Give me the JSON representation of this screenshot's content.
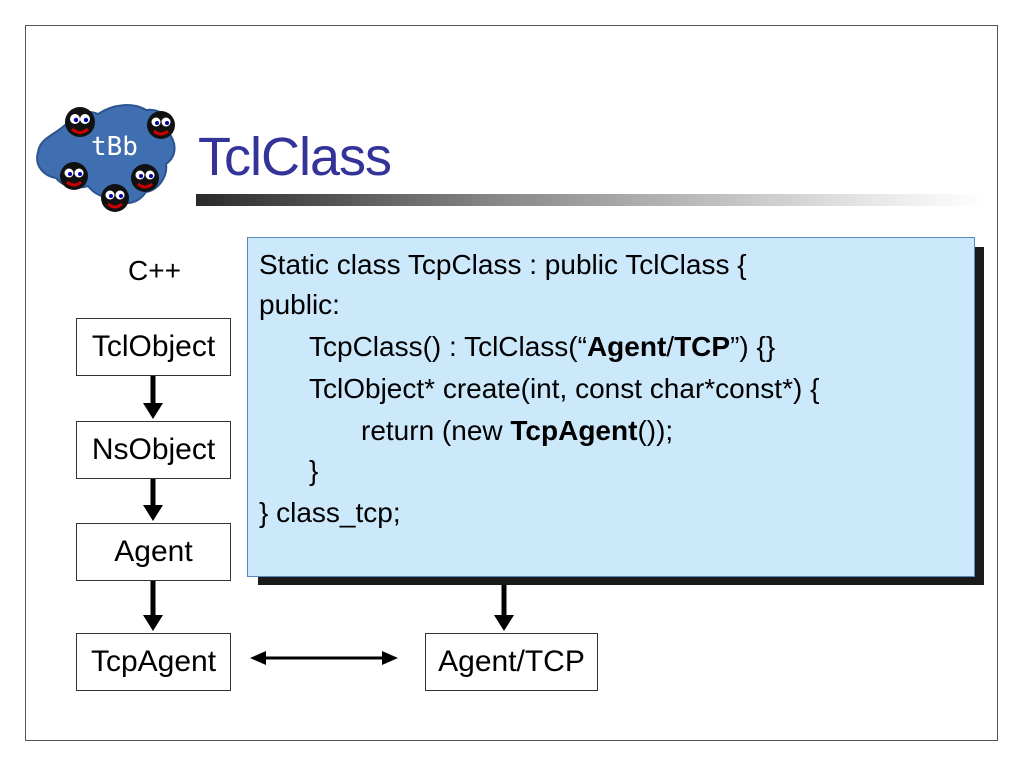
{
  "slide": {
    "title": "TclClass",
    "logo_text": "tBb"
  },
  "diagram": {
    "cpp_label": "C++",
    "boxes": {
      "tclobject": "TclObject",
      "nsobject": "NsObject",
      "agent": "Agent",
      "tcpagent": "TcpAgent",
      "agent_tcp": "Agent/TCP"
    }
  },
  "code": {
    "line1": "Static class TcpClass : public TclClass {",
    "line2": "public:",
    "line3_pre": "TcpClass() : TclClass(“",
    "line3_bold1": "Agent",
    "line3_mid": "/",
    "line3_bold2": "TCP",
    "line3_post": "”) {}",
    "line4": "TclObject* create(int, const char*const*) {",
    "line5_pre": "return (new ",
    "line5_bold": "TcpAgent",
    "line5_post": "());",
    "line6": "}",
    "line7": "} class_tcp;"
  },
  "colors": {
    "title": "#33339a",
    "code_background": "#cce8fb",
    "logo_blob": "#3f6fb0"
  }
}
